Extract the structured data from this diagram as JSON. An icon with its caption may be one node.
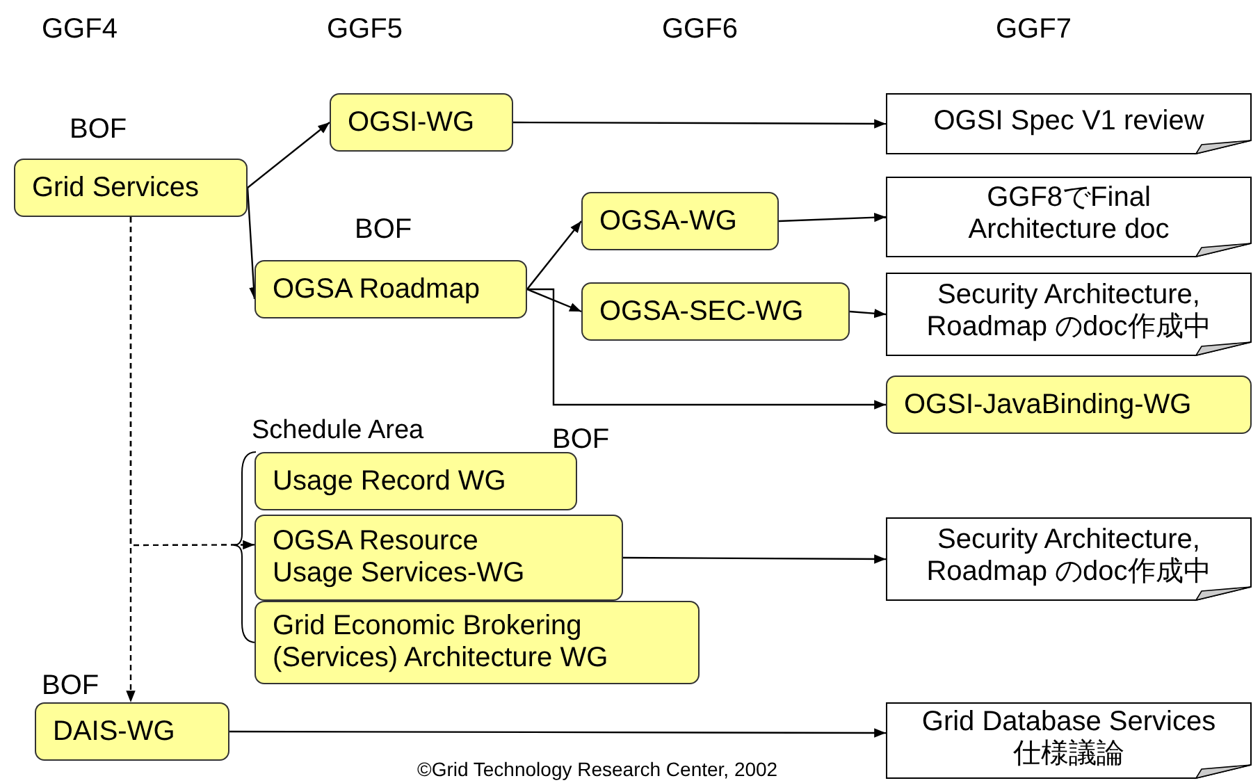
{
  "diagram": {
    "nodes": [
      {
        "text": [
          "Grid Services"
        ],
        "beside": [
          "BOF"
        ]
      },
      {
        "text": [
          "OGSI-WG"
        ]
      },
      {
        "text": [
          "OGSI Spec V1 review"
        ]
      },
      {
        "text": [
          "OGSA Roadmap"
        ],
        "beside": [
          "BOF"
        ]
      },
      {
        "text": [
          "OGSA-WG"
        ]
      },
      {
        "text": [
          "GGF8でFinal Architecture doc"
        ]
      },
      {
        "text": [
          "OGSA-SEC-WG"
        ]
      },
      {
        "text": [
          "Security Architecture, Roadmap のdoc作成中"
        ]
      },
      {
        "text": [
          "OGSI-JavaBinding-WG"
        ]
      },
      {
        "text": [
          "Usage Record WG"
        ],
        "beside": [
          "BOF"
        ]
      },
      {
        "text": [
          "OGSA Resource Usage Services-WG"
        ]
      },
      {
        "text": [
          "Grid Economic Brokering (Services) Architecture WG"
        ]
      },
      {
        "text": [
          "Security Architecture, Roadmap のdoc作成中"
        ]
      },
      {
        "text": [
          "DAIS-WG"
        ],
        "beside": [
          "BOF"
        ]
      },
      {
        "text": [
          "Grid Database Services 仕様議論"
        ]
      }
    ],
    "edges": [
      {
        "from": 0,
        "to": 1,
        "arrow": "to"
      },
      {
        "from": 0,
        "to": 3,
        "arrow": "to"
      },
      {
        "from": 1,
        "to": 2,
        "arrow": "to"
      },
      {
        "from": 3,
        "to": 4,
        "arrow": "to"
      },
      {
        "from": 3,
        "to": 6,
        "arrow": "to"
      },
      {
        "from": 3,
        "to": 8,
        "arrow": "to"
      },
      {
        "from": 4,
        "to": 5,
        "arrow": "to"
      },
      {
        "from": 6,
        "to": 7,
        "arrow": "to"
      },
      {
        "from": 0,
        "to": 10,
        "arrow": "to",
        "style": "dashed"
      },
      {
        "from": 0,
        "to": 13,
        "arrow": "to",
        "style": "dashed"
      },
      {
        "from": 10,
        "to": 12,
        "arrow": "to"
      },
      {
        "from": 13,
        "to": 14,
        "arrow": "to"
      }
    ],
    "labels": [
      "GGF4",
      "GGF5",
      "GGF6",
      "GGF7",
      "Schedule Area",
      "©Grid Technology Research Center, 2002"
    ]
  }
}
